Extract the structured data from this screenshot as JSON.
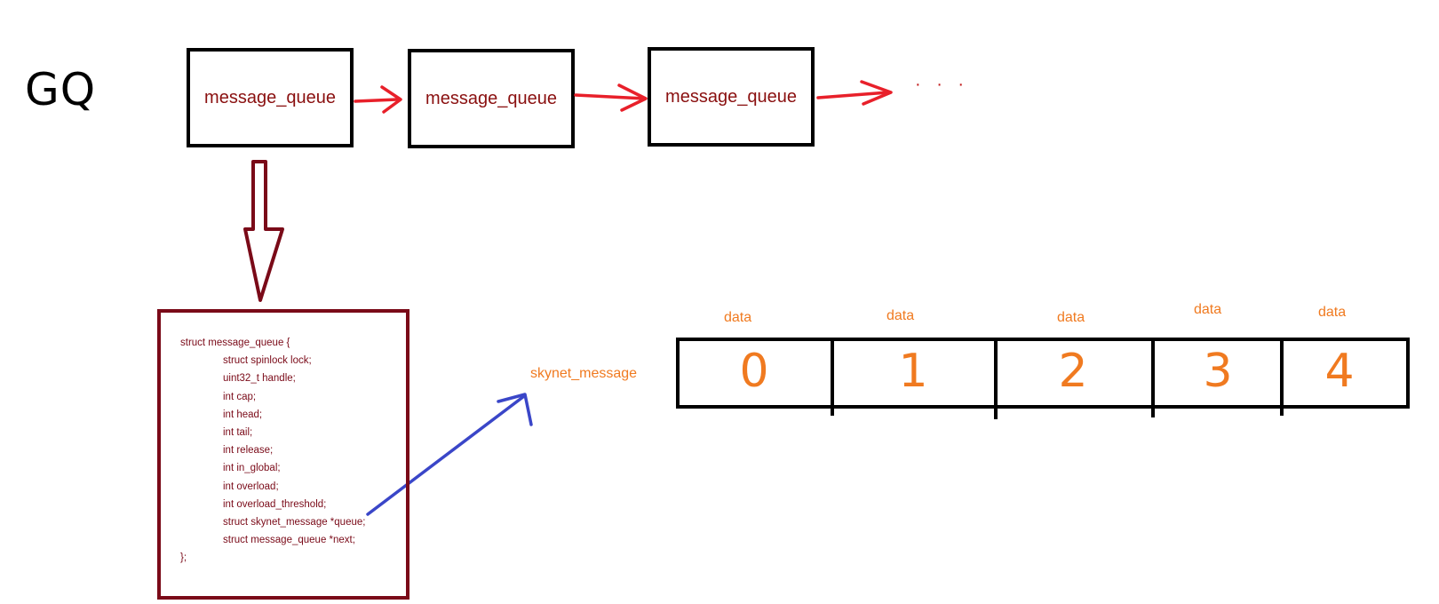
{
  "diagram": {
    "gq_label": "GQ",
    "queue_nodes": [
      {
        "label": "message_queue"
      },
      {
        "label": "message_queue"
      },
      {
        "label": "message_queue"
      }
    ],
    "ellipsis": "· · ·",
    "struct_code": {
      "open": "struct message_queue {",
      "fields": [
        "struct spinlock lock;",
        "uint32_t handle;",
        "int cap;",
        "int head;",
        "int tail;",
        "int release;",
        "int in_global;",
        "int overload;",
        "int overload_threshold;",
        "struct skynet_message *queue;",
        "struct message_queue *next;"
      ],
      "close": "};"
    },
    "pointer_label": "skynet_message",
    "array_cells": [
      {
        "index": "0",
        "data_label": "data"
      },
      {
        "index": "1",
        "data_label": "data"
      },
      {
        "index": "2",
        "data_label": "data"
      },
      {
        "index": "3",
        "data_label": "data"
      },
      {
        "index": "4",
        "data_label": "data"
      }
    ],
    "colors": {
      "node_text": "#8a1010",
      "link_arrow": "#e8202a",
      "expand_arrow": "#7a0a18",
      "pointer_arrow": "#3a46c8",
      "array_text": "#f07a20"
    }
  }
}
